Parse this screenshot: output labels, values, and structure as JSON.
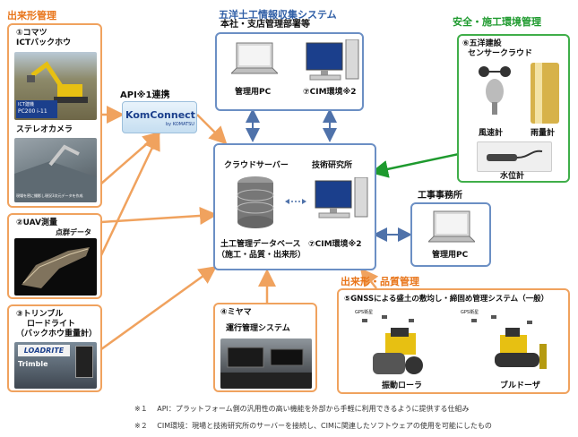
{
  "sections": {
    "dekigata": "出来形管理",
    "system": "五洋土工情報収集システム",
    "safety": "安全・施工環境管理",
    "quality": "出来形・品質管理"
  },
  "komatsu": {
    "title": "①コマツ",
    "subtitle": "ICTバックホウ",
    "screen_line1": "ICT建機",
    "screen_line2": "PC200 i-11",
    "stereo": "ステレオカメラ",
    "caption": "現場を密に撮影し現況3次元データを作成"
  },
  "uav": {
    "title": "②UAV測量",
    "points": "点群データ"
  },
  "trimble": {
    "title": "③トリンブル",
    "subtitle": "ロードライト",
    "paren": "（バックホウ重量計）",
    "brand1": "LOADRITE",
    "brand2": "Trimble"
  },
  "api": {
    "label": "API※1連携",
    "logo": "KomConnect",
    "logo_sub": "by KOMATSU"
  },
  "hq": {
    "title": "本社・支店管理部署等",
    "pc": "管理用PC",
    "cim": "⑦CIM環境※2"
  },
  "cloud": {
    "server": "クラウドサーバー",
    "lab": "技術研究所",
    "db1": "土工管理データベース",
    "db2": "（施工・品質・出来形）",
    "cim": "⑦CIM環境※2"
  },
  "safety": {
    "title": "⑥五洋建設",
    "subtitle": "センサークラウド",
    "wind": "風速計",
    "rain": "雨量計",
    "water": "水位計"
  },
  "office": {
    "title": "工事事務所",
    "pc": "管理用PC"
  },
  "miyama": {
    "title": "④ミヤマ",
    "subtitle": "運行管理システム"
  },
  "gnss": {
    "title": "⑤GNSSによる盛土の敷均し・締固め管理システム（一般）",
    "roller": "振動ローラ",
    "dozer": "ブルドーザ",
    "gps": "GPS衛星"
  },
  "notes": [
    {
      "mark": "※１",
      "text": "API：プラットフォーム側の汎用性の高い機能を外部から手軽に利用できるように提供する仕組み"
    },
    {
      "mark": "※２",
      "text": "CIM環境：現場と技術研究所のサーバーを接続し、CIMに関連したソフトウェアの使用を可能にしたもの"
    }
  ],
  "colors": {
    "orange": "#f0a25e",
    "blue": "#6b8fc4",
    "green": "#3fae49"
  }
}
